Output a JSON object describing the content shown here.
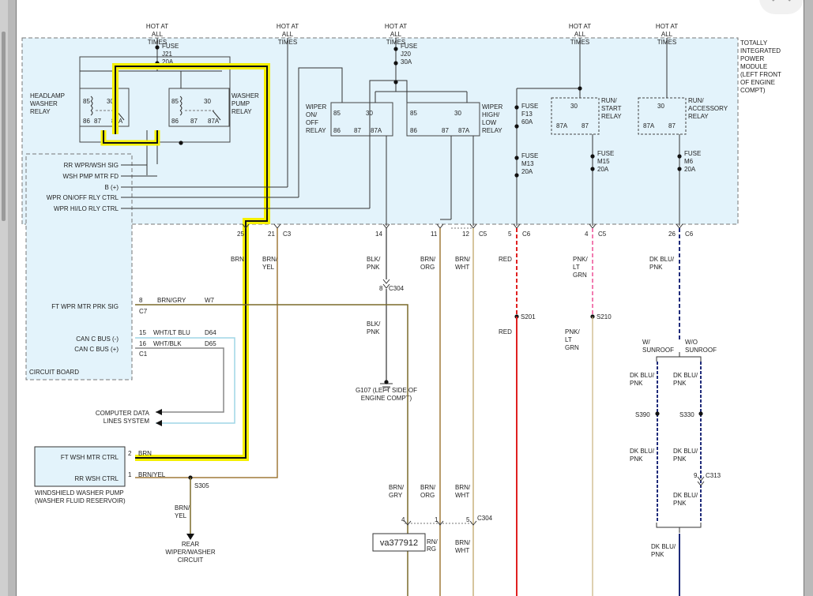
{
  "diagram_id": "va377912",
  "hot_at_all_times": "HOT AT ALL TIMES",
  "ipm_label": "TOTALLY INTEGRATED POWER MODULE (LEFT FRONT OF ENGINE COMPT)",
  "circuit_board": "CIRCUIT BOARD",
  "fuses": {
    "j21": "FUSE J21 20A",
    "j20": "FUSE J20 30A",
    "f13": "FUSE F13 60A",
    "m13": "FUSE M13 20A",
    "m15": "FUSE M15 20A",
    "m6": "FUSE M6 20A"
  },
  "relays": {
    "headlamp_washer": "HEADLAMP WASHER RELAY",
    "washer_pump": "WASHER PUMP RELAY",
    "wiper_onoff": "WIPER ON/ OFF RELAY",
    "wiper_highlow": "WIPER HIGH/ LOW RELAY",
    "run_start": "RUN/ START RELAY",
    "run_accessory": "RUN/ ACCESSORY RELAY"
  },
  "pins": {
    "p30": "30",
    "p85": "85",
    "p86": "86",
    "p87": "87",
    "p87a": "87A"
  },
  "ipm_signals": [
    "RR WPR/WSH SIG",
    "WSH PMP MTR FD",
    "B (+)",
    "WPR ON/OFF RLY CTRL",
    "WPR HI/LO RLY CTRL"
  ],
  "connectors": {
    "p25": "25",
    "p21": "21",
    "c3": "C3",
    "p14": "14",
    "p11": "11",
    "p12": "12",
    "c5": "C5",
    "p5": "5",
    "c6": "C6",
    "p4": "4",
    "p26": "26",
    "c304": "C304",
    "p8": "8",
    "c7": "C7",
    "p15": "15",
    "p16": "16",
    "c1": "C1",
    "p2": "2",
    "p1": "1",
    "p9": "9",
    "c313": "C313",
    "p4b": "4",
    "p1b": "1",
    "p5b": "5"
  },
  "wire_colors": {
    "brn": "BRN",
    "brn_yel": "BRN/ YEL",
    "blk_pnk": "BLK/ PNK",
    "brn_org": "BRN/ ORG",
    "brn_wht": "BRN/ WHT",
    "red": "RED",
    "pnk_ltgrn": "PNK/ LT GRN",
    "dkblu_pnk": "DK BLU/ PNK",
    "brn_gry": "BRN/GRY",
    "brn_gry2": "BRN/ GRY",
    "wht_ltblu": "WHT/LT BLU",
    "wht_blk": "WHT/BLK",
    "brn_yel_inline": "BRN/YEL",
    "brn_inline": "BRN",
    "rn": "RN/",
    "rg": "RG"
  },
  "circuits": {
    "w7": "W7",
    "d64": "D64",
    "d65": "D65"
  },
  "splices": {
    "s201": "S201",
    "s210": "S210",
    "s390": "S390",
    "s330": "S330",
    "s305": "S305"
  },
  "signals": {
    "ft_wpr_mtr": "FT WPR MTR PRK SIG",
    "can_minus": "CAN C BUS (-)",
    "can_plus": "CAN C BUS (+)",
    "computer_data": "COMPUTER DATA LINES SYSTEM",
    "ft_wsh": "FT WSH MTR CTRL",
    "rr_wsh": "RR WSH CTRL"
  },
  "ground": "G107 (LEFT SIDE OF ENGINE COMPT)",
  "pump": "WINDSHIELD WASHER PUMP (WASHER FLUID RESERVOIR)",
  "rear_circuit": "REAR WIPER/WASHER CIRCUIT",
  "sunroof": {
    "with": "W/ SUNROOF",
    "without": "W/O SUNROOF"
  },
  "colors": {
    "module_fill": "#e3f3fb",
    "highlight": "#f2ee00",
    "brown": "#a07a3a",
    "red": "#e02020",
    "pink": "#f27bb0",
    "blue": "#1f2b7a",
    "cyan": "#9fd6e6",
    "tan": "#c8b27d",
    "olive": "#7a6a2a"
  }
}
